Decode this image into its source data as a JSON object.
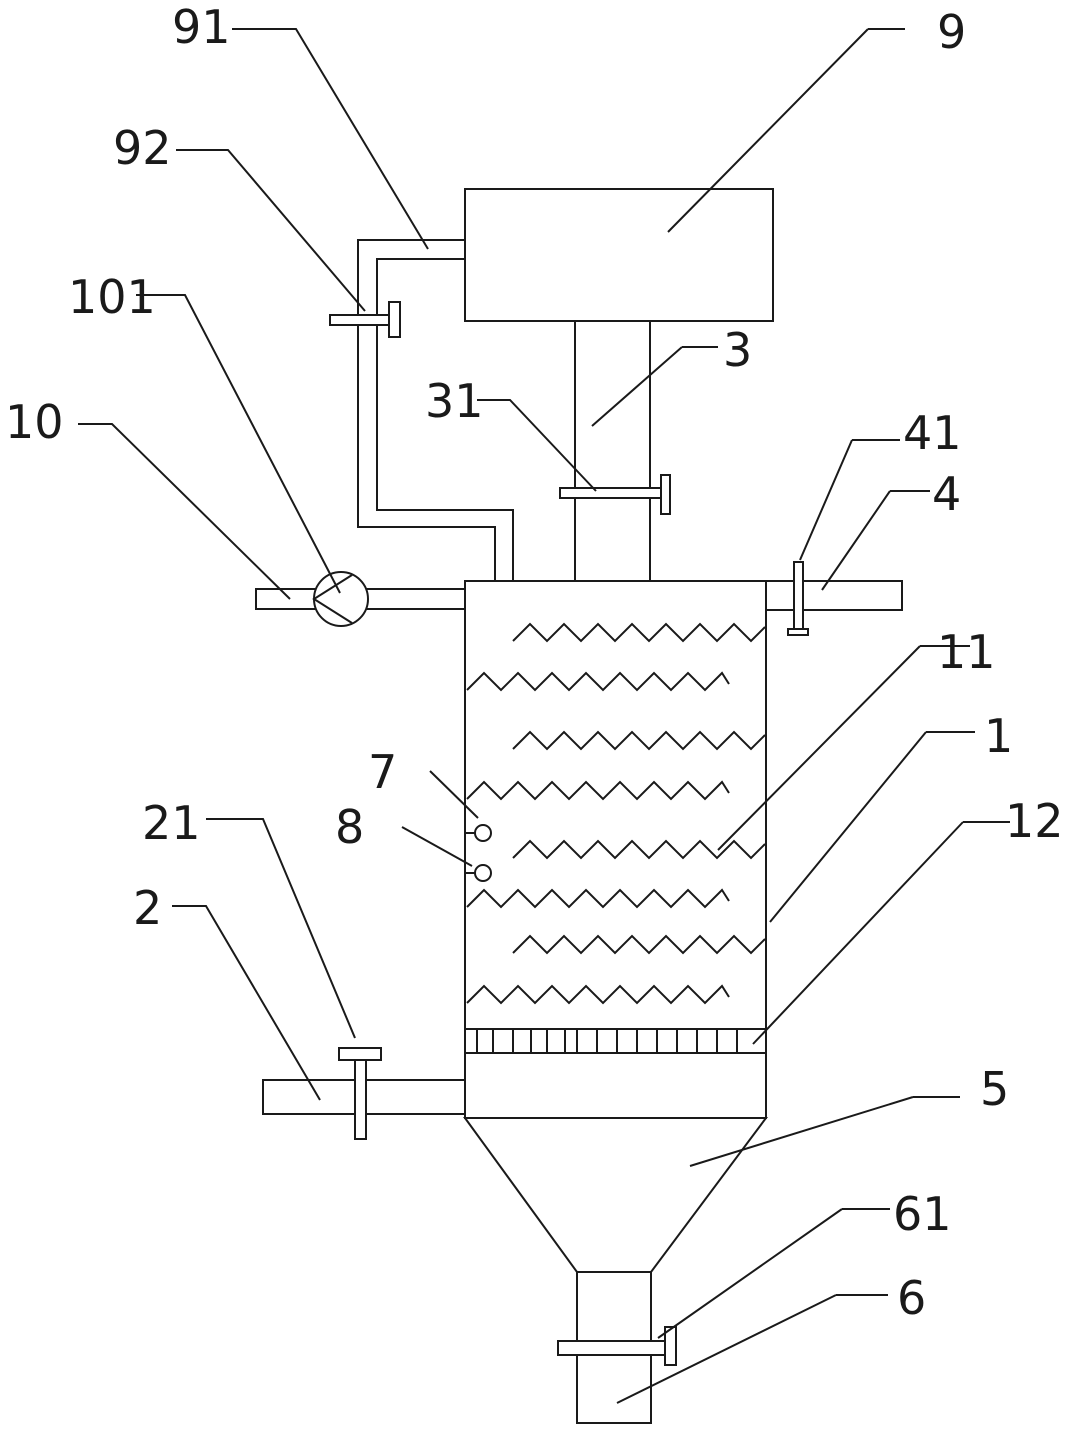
{
  "labels": {
    "l91": "91",
    "l9": "9",
    "l92": "92",
    "l101": "101",
    "l10": "10",
    "l3": "3",
    "l31": "31",
    "l41": "41",
    "l4": "4",
    "l11": "11",
    "l1": "1",
    "l7": "7",
    "l8": "8",
    "l21": "21",
    "l2": "2",
    "l12": "12",
    "l5": "5",
    "l61": "61",
    "l6": "6"
  }
}
